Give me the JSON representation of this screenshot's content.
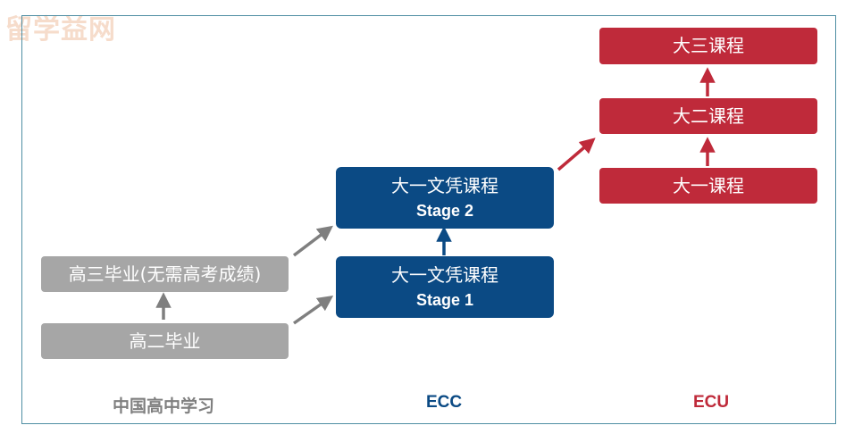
{
  "watermark": "留学益网",
  "column_labels": {
    "china": "中国高中学习",
    "ecc": "ECC",
    "ecu": "ECU"
  },
  "china_boxes": {
    "grade12": "高三毕业(无需高考成绩)",
    "grade11": "高二毕业"
  },
  "ecc_boxes": {
    "stage2_title": "大一文凭课程",
    "stage2_sub": "Stage 2",
    "stage1_title": "大一文凭课程",
    "stage1_sub": "Stage 1"
  },
  "ecu_boxes": {
    "year3": "大三课程",
    "year2": "大二课程",
    "year1": "大一课程"
  },
  "colors": {
    "gray": "#a6a6a6",
    "navy": "#0b4a84",
    "red": "#bf2a3a",
    "frame": "#4f8ea3",
    "china_label": "#7f7f7f",
    "ecc_label": "#0b4a84",
    "ecu_label": "#bf2a3a"
  }
}
